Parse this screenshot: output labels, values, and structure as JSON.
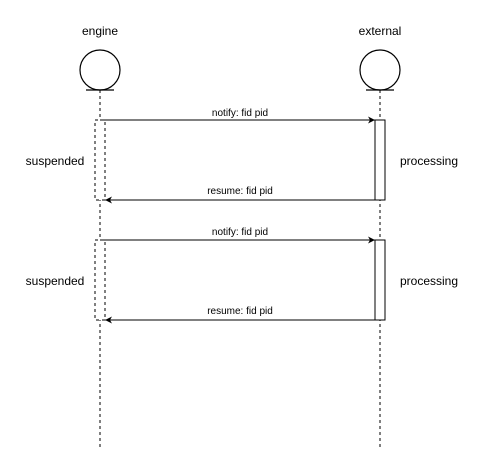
{
  "actors": [
    {
      "name": "engine"
    },
    {
      "name": "external"
    }
  ],
  "messages": [
    {
      "label": "notify: fid pid",
      "from": "engine",
      "to": "external"
    },
    {
      "label": "resume: fid pid",
      "from": "external",
      "to": "engine"
    },
    {
      "label": "notify: fid pid",
      "from": "engine",
      "to": "external"
    },
    {
      "label": "resume: fid pid",
      "from": "external",
      "to": "engine"
    }
  ],
  "states": [
    {
      "label": "suspended",
      "actor": "engine"
    },
    {
      "label": "processing",
      "actor": "external"
    },
    {
      "label": "suspended",
      "actor": "engine"
    },
    {
      "label": "processing",
      "actor": "external"
    }
  ],
  "colors": {
    "stroke": "#000000",
    "background": "#ffffff"
  }
}
